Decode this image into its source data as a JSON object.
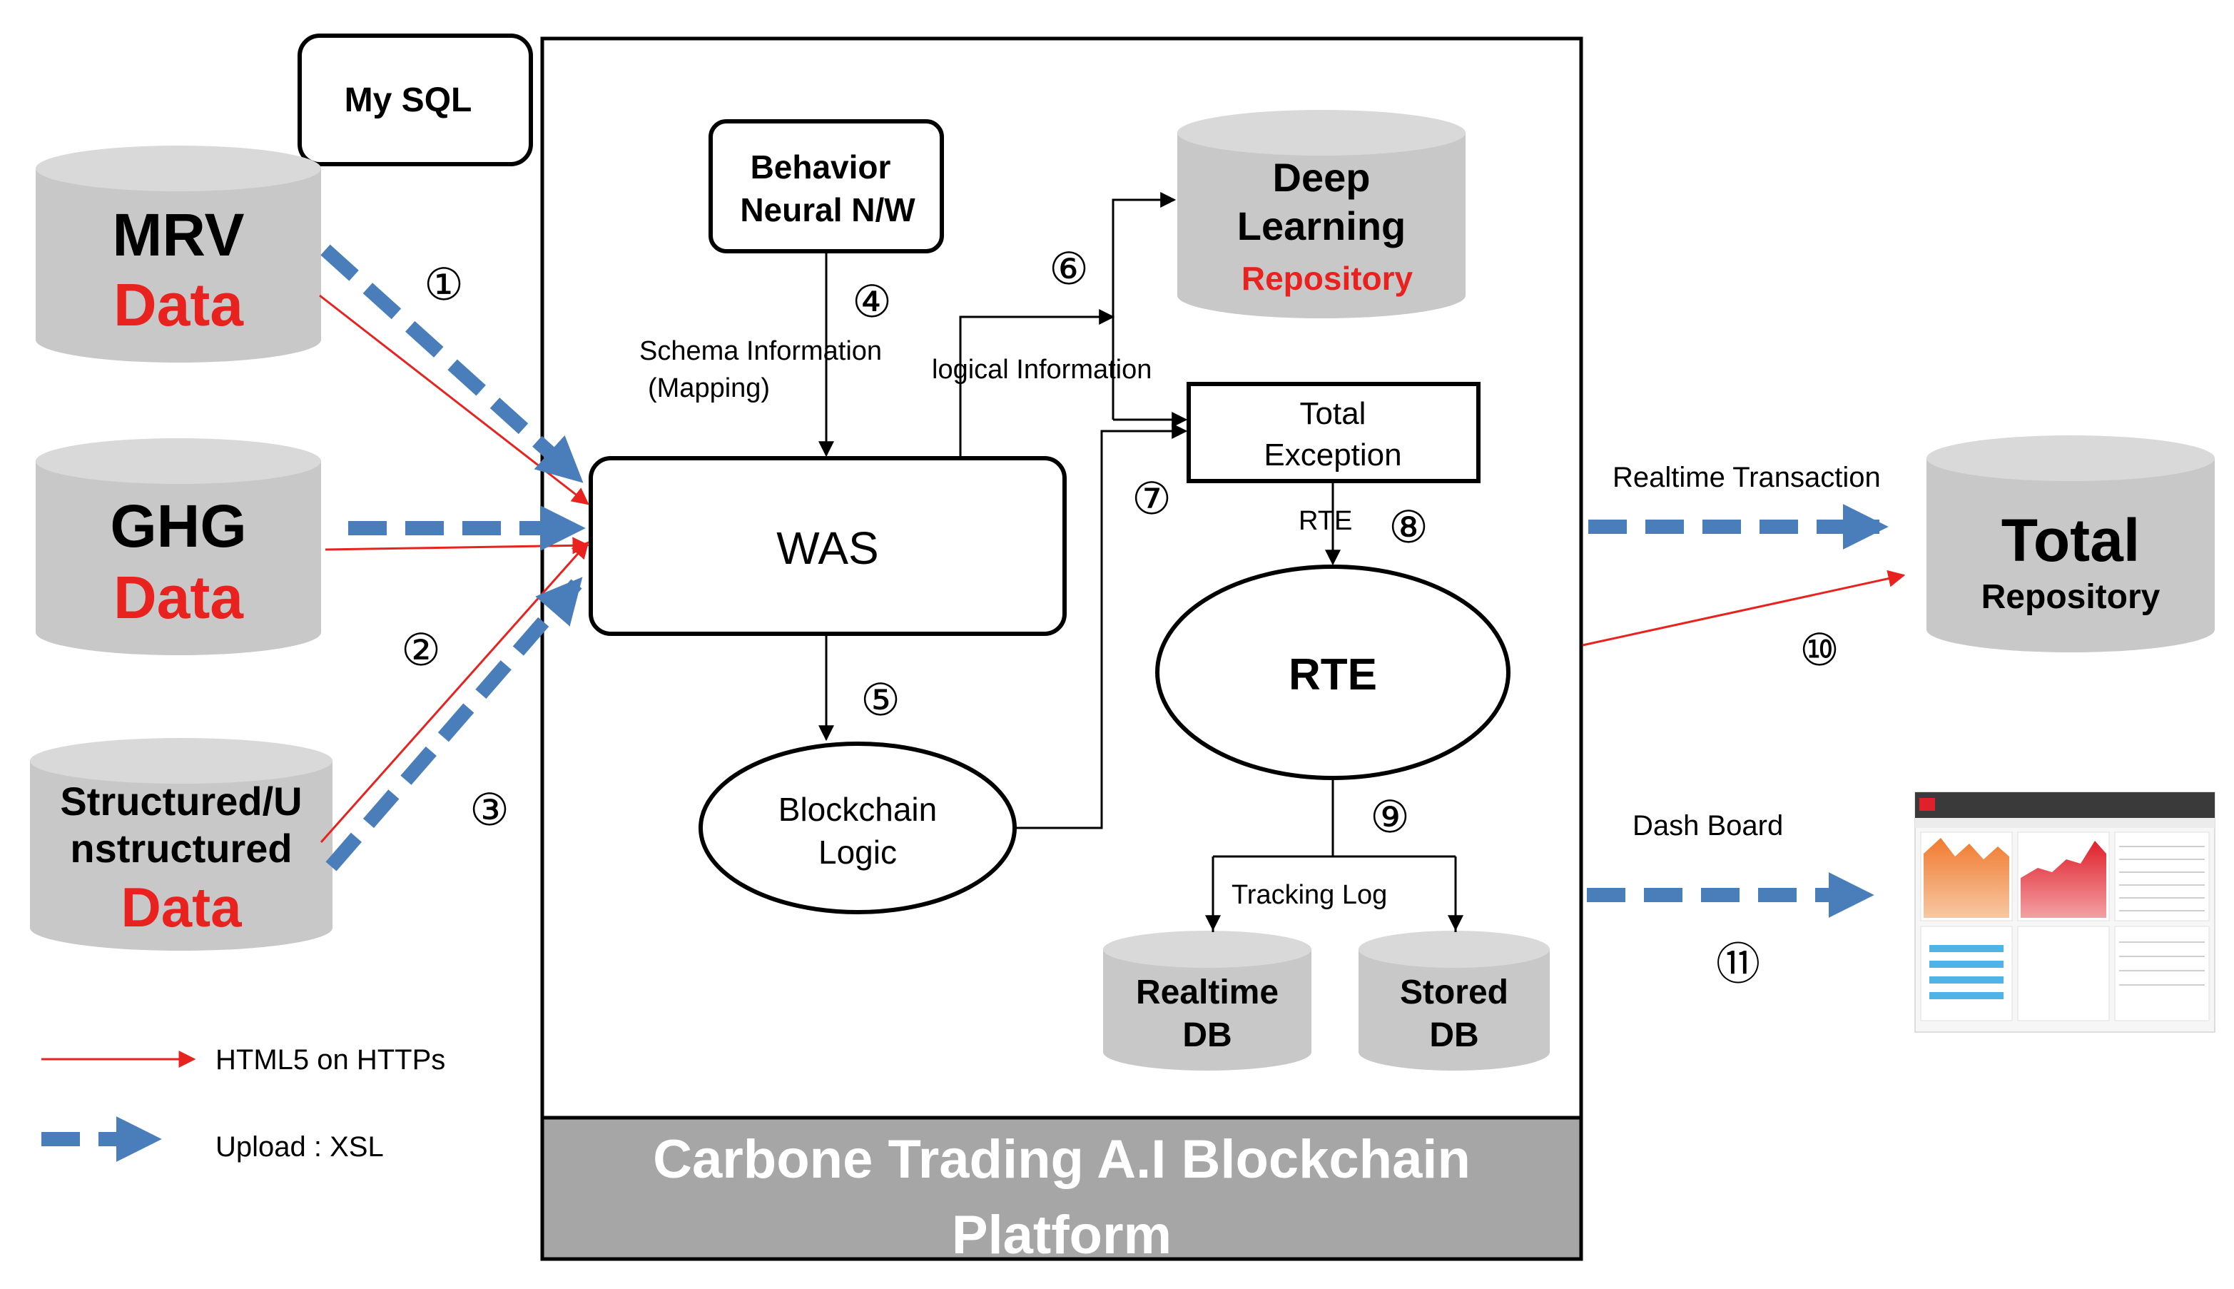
{
  "colors": {
    "red": "#e8231f",
    "dash_blue": "#4a7ebb",
    "cylinder_gray": "#c8c8c8",
    "cylinder_top": "#d9d9d9",
    "platform_bar": "#a6a6a6"
  },
  "sources": {
    "mysql": "My SQL",
    "mrv": {
      "line1": "MRV",
      "line2": "Data"
    },
    "ghg": {
      "line1": "GHG",
      "line2": "Data"
    },
    "structured": {
      "line1": "Structured/U",
      "line2": "nstructured",
      "line3": "Data"
    }
  },
  "nodes": {
    "behavior": {
      "line1": "Behavior",
      "line2": "Neural N/W"
    },
    "was": "WAS",
    "blockchain": {
      "line1": "Blockchain",
      "line2": "Logic"
    },
    "deep_learning": {
      "line1": "Deep",
      "line2": "Learning",
      "line3": "Repository"
    },
    "total_exception": {
      "line1": "Total",
      "line2": "Exception"
    },
    "rte": "RTE",
    "realtime_db": {
      "line1": "Realtime",
      "line2": "DB"
    },
    "stored_db": {
      "line1": "Stored",
      "line2": "DB"
    },
    "total_repository": {
      "line1": "Total",
      "line2": "Repository"
    }
  },
  "labels": {
    "schema": {
      "line1": "Schema Information",
      "line2": "(Mapping)"
    },
    "logical": "logical Information",
    "rte_edge": "RTE",
    "tracking_log": "Tracking Log",
    "realtime_transaction": "Realtime Transaction",
    "dash_board": "Dash Board"
  },
  "steps": [
    "①",
    "②",
    "③",
    "④",
    "⑤",
    "⑥",
    "⑦",
    "⑧",
    "⑨",
    "⑩",
    "⑪"
  ],
  "platform": {
    "line1": "Carbone Trading A.I Blockchain",
    "line2": "Platform"
  },
  "legend": {
    "red_line": "HTML5 on HTTPs",
    "blue_dash": "Upload : XSL"
  }
}
